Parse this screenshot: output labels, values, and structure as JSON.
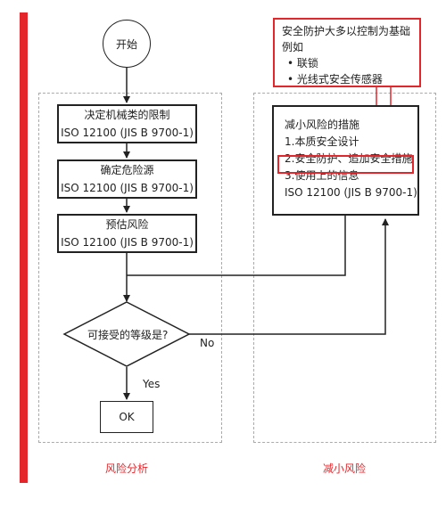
{
  "start": {
    "label": "开始"
  },
  "steps": [
    {
      "title": "决定机械类的限制",
      "std": "ISO 12100 (JIS B 9700-1)"
    },
    {
      "title": "确定危险源",
      "std": "ISO 12100 (JIS B 9700-1)"
    },
    {
      "title": "预估风险",
      "std": "ISO 12100 (JIS B 9700-1)"
    }
  ],
  "decision": {
    "label": "可接受的等级是?",
    "no_label": "No",
    "yes_label": "Yes"
  },
  "end": {
    "label": "OK"
  },
  "reduction": {
    "title": "减小风险的措施",
    "items": [
      "1.本质安全设计",
      "2.安全防护、追加安全措施",
      "3.使用上的信息"
    ],
    "std": "ISO 12100 (JIS B 9700-1)"
  },
  "note": {
    "line1": "安全防护大多以控制为基础",
    "line2": "例如",
    "bullets": [
      "• 联锁",
      "• 光线式安全传感器"
    ]
  },
  "regions": {
    "left": "风险分析",
    "right": "减小风险"
  },
  "colors": {
    "accent": "#e4262b",
    "line": "#222222",
    "dash": "#aaaaaa"
  }
}
